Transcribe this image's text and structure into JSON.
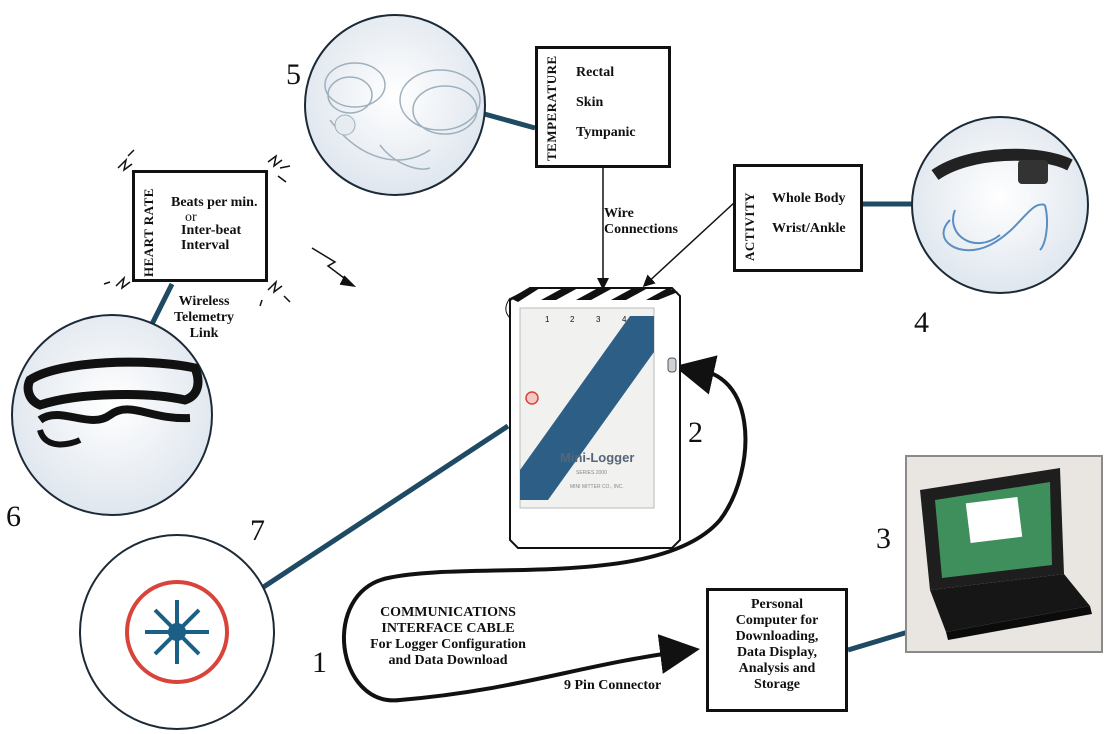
{
  "numbers": {
    "n1": "1",
    "n2": "2",
    "n3": "3",
    "n4": "4",
    "n5": "5",
    "n6": "6",
    "n7": "7"
  },
  "temperature": {
    "title": "TEMPERATURE",
    "items": [
      "Rectal",
      "Skin",
      "Tympanic"
    ]
  },
  "activity": {
    "title": "ACTIVITY",
    "items": [
      "Whole Body",
      "Wrist/Ankle"
    ]
  },
  "heart_rate": {
    "title": "HEART RATE",
    "line1": "Beats per min.",
    "line2": "or",
    "line3": "Inter-beat",
    "line4": "Interval"
  },
  "wire_connections": {
    "line1": "Wire",
    "line2": "Connections"
  },
  "wireless": {
    "line1": "Wireless",
    "line2": "Telemetry",
    "line3": "Link"
  },
  "cable": {
    "line1": "COMMUNICATIONS",
    "line2": "INTERFACE CABLE",
    "line3": "For Logger Configuration",
    "line4": "and Data Download"
  },
  "connector": "9 Pin Connector",
  "pc": {
    "line1": "Personal",
    "line2": "Computer for",
    "line3": "Downloading,",
    "line4": "Data Display,",
    "line5": "Analysis and",
    "line6": "Storage"
  },
  "logger": {
    "brand": "Mini-Logger",
    "model": "SERIES 2000",
    "maker": "MINI MITTER CO., INC.",
    "ports": [
      "1",
      "2",
      "3",
      "4"
    ]
  },
  "colors": {
    "connector_line": "#1f4a63",
    "stripe": "#2d5f86",
    "star": "#1b5f86",
    "ring": "#d8433a"
  }
}
